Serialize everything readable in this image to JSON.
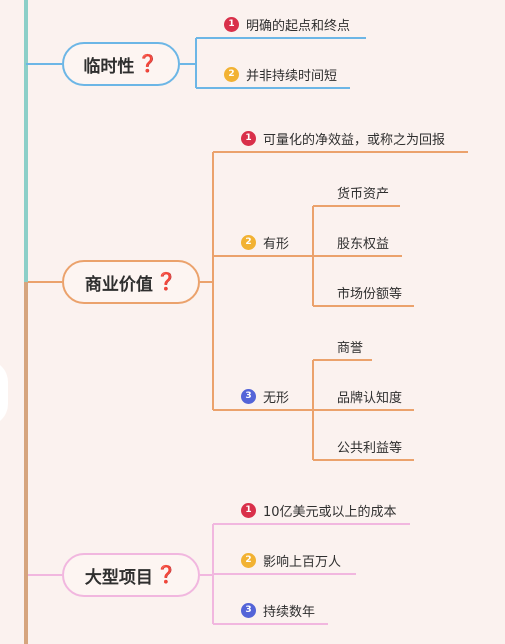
{
  "colors": {
    "blue": "#6cb6e6",
    "orange": "#eba26c",
    "pink": "#f1b7df",
    "trunk": "#d6a57e",
    "badge1": "#d9304a",
    "badge2": "#f2b233",
    "badge3": "#5464d8"
  },
  "branches": [
    {
      "title": "临时性",
      "mark": "❓",
      "items": [
        {
          "num": "1",
          "text": "明确的起点和终点"
        },
        {
          "num": "2",
          "text": "并非持续时间短"
        }
      ]
    },
    {
      "title": "商业价值",
      "mark": "❓",
      "items": [
        {
          "num": "1",
          "text": "可量化的净效益，或称之为回报"
        },
        {
          "num": "2",
          "text": "有形",
          "children": [
            "货币资产",
            "股东权益",
            "市场份额等"
          ]
        },
        {
          "num": "3",
          "text": "无形",
          "children": [
            "商誉",
            "品牌认知度",
            "公共利益等"
          ]
        }
      ]
    },
    {
      "title": "大型项目",
      "mark": "❓",
      "items": [
        {
          "num": "1",
          "text": "10亿美元或以上的成本"
        },
        {
          "num": "2",
          "text": "影响上百万人"
        },
        {
          "num": "3",
          "text": "持续数年"
        }
      ]
    }
  ]
}
